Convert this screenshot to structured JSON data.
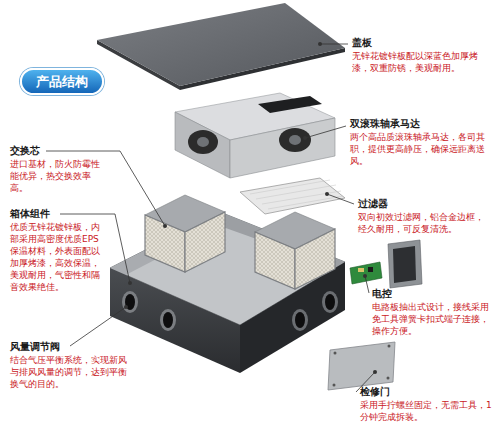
{
  "diagram": {
    "title": "产品结构",
    "labels": [
      "盖板",
      "无锌花镀锌板配以深蓝色加厚烤漆，双重防锈，美观耐用。",
      "双滚珠轴承马达",
      "两个高品质滚珠轴承马达，各司其职，提供更高静压，确保远距离送风。",
      "交换芯",
      "进口基材，防火防霉性能优异，热交换效率高。",
      "过滤器",
      "双向初效过滤网，铝合金边框，经久耐用，可反复清洗。",
      "箱体组件",
      "优质无锌花镀锌板，内部采用高密度优质EPS保温材料，外表面配以加厚烤漆，高效保温，美观耐用，气密性和隔音效果绝佳。",
      "电控",
      "电路板抽出式设计，接线采用免工具弹簧卡扣式端子连接，操作方便。",
      "风量调节阀",
      "结合气压平衡系统，实现新风与排风风量的调节，达到平衡换气的目的。",
      "检修门",
      "采用手拧螺丝固定，无需工具，1分钟完成拆装。"
    ]
  }
}
